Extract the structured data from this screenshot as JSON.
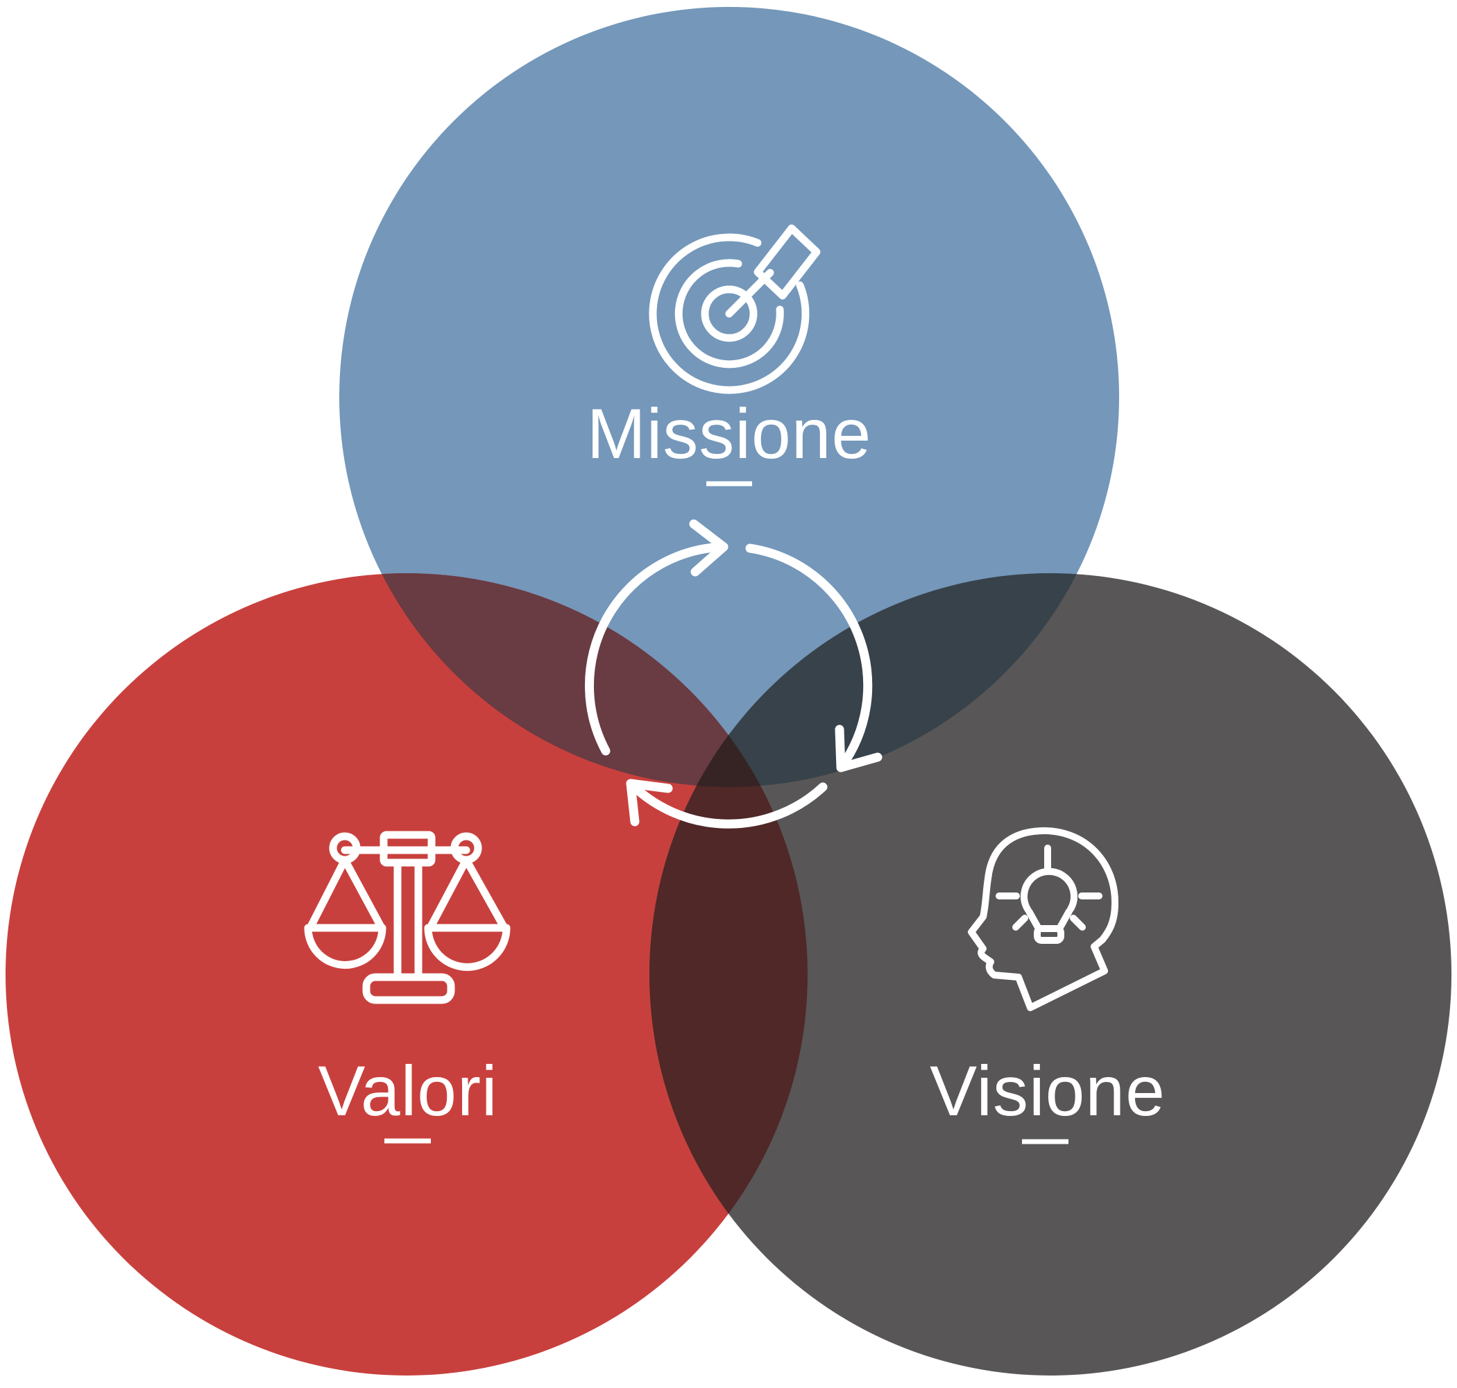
{
  "diagram": {
    "type": "venn-3-circles",
    "text_color": "#FFFFFF",
    "icon_color": "#FFFFFF",
    "circles": [
      {
        "id": "missione",
        "label": "Missione",
        "color": "#7497BA",
        "icon": "target-arrow-icon",
        "position": "top"
      },
      {
        "id": "valori",
        "label": "Valori",
        "color": "#C8403D",
        "icon": "scales-icon",
        "position": "bottom-left"
      },
      {
        "id": "visione",
        "label": "Visione",
        "color": "#585657",
        "icon": "head-idea-icon",
        "position": "bottom-right"
      }
    ],
    "overlaps": {
      "missione_valori": "#693B42",
      "missione_visione": "#37424A",
      "valori_visione": "#4F2827",
      "center": "#362425"
    },
    "center_icon": "cycle-arrows-icon"
  }
}
